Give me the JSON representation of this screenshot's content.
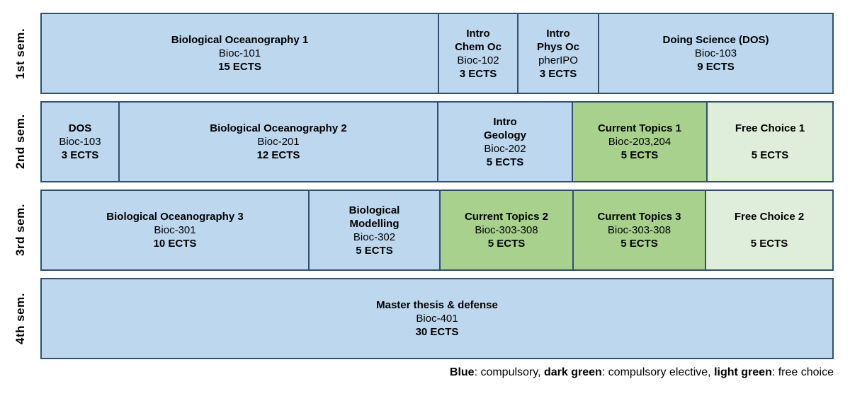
{
  "colors": {
    "compulsory_blue": "#bdd7ee",
    "compulsory_elective_dark_green": "#a9d18e",
    "free_choice_light_green": "#dfeeda",
    "border": "#32506e"
  },
  "rows": [
    {
      "label": "1st sem.",
      "blocks": [
        {
          "name": "Biological Oceanography 1",
          "code": "Bioc-101",
          "ects": "15 ECTS",
          "category": "compulsory"
        },
        {
          "name": "Intro\nChem Oc",
          "code": "Bioc-102",
          "ects": "3 ECTS",
          "category": "compulsory"
        },
        {
          "name": "Intro\nPhys Oc",
          "code": "pherIPO",
          "ects": "3 ECTS",
          "category": "compulsory"
        },
        {
          "name": "Doing Science (DOS)",
          "code": "Bioc-103",
          "ects": "9 ECTS",
          "category": "compulsory"
        }
      ]
    },
    {
      "label": "2nd sem.",
      "blocks": [
        {
          "name": "DOS",
          "code": "Bioc-103",
          "ects": "3 ECTS",
          "category": "compulsory"
        },
        {
          "name": "Biological Oceanography 2",
          "code": "Bioc-201",
          "ects": "12 ECTS",
          "category": "compulsory"
        },
        {
          "name": "Intro\nGeology",
          "code": "Bioc-202",
          "ects": "5 ECTS",
          "category": "compulsory"
        },
        {
          "name": "Current Topics 1",
          "code": "Bioc-203,204",
          "ects": "5 ECTS",
          "category": "compulsory elective"
        },
        {
          "name": "Free Choice 1",
          "code": "",
          "ects": "5 ECTS",
          "category": "free choice"
        }
      ]
    },
    {
      "label": "3rd sem.",
      "blocks": [
        {
          "name": "Biological Oceanography 3",
          "code": "Bioc-301",
          "ects": "10 ECTS",
          "category": "compulsory"
        },
        {
          "name": "Biological\nModelling",
          "code": "Bioc-302",
          "ects": "5 ECTS",
          "category": "compulsory"
        },
        {
          "name": "Current Topics 2",
          "code": "Bioc-303-308",
          "ects": "5 ECTS",
          "category": "compulsory elective"
        },
        {
          "name": "Current Topics 3",
          "code": "Bioc-303-308",
          "ects": "5 ECTS",
          "category": "compulsory elective"
        },
        {
          "name": "Free Choice 2",
          "code": "",
          "ects": "5 ECTS",
          "category": "free choice"
        }
      ]
    },
    {
      "label": "4th sem.",
      "blocks": [
        {
          "name": "Master thesis & defense",
          "code": "Bioc-401",
          "ects": "30 ECTS",
          "category": "compulsory"
        }
      ]
    }
  ],
  "legend": {
    "term1": "Blue",
    "desc1": ": compulsory, ",
    "term2": "dark green",
    "desc2": ": compulsory elective, ",
    "term3": "light green",
    "desc3": ": free choice"
  }
}
